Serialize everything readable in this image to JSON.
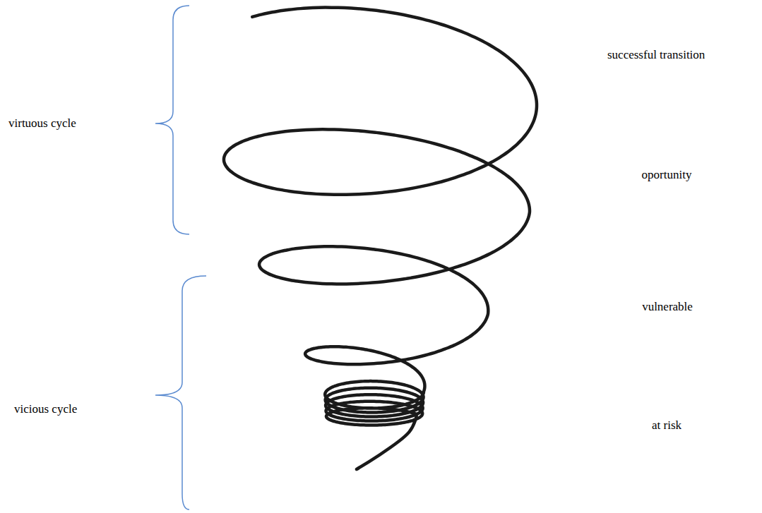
{
  "diagram": {
    "labels": [
      "virtuous cycle",
      "vicious cycle",
      "successful transition",
      "oportunity",
      "vulnerable",
      "at risk"
    ]
  }
}
